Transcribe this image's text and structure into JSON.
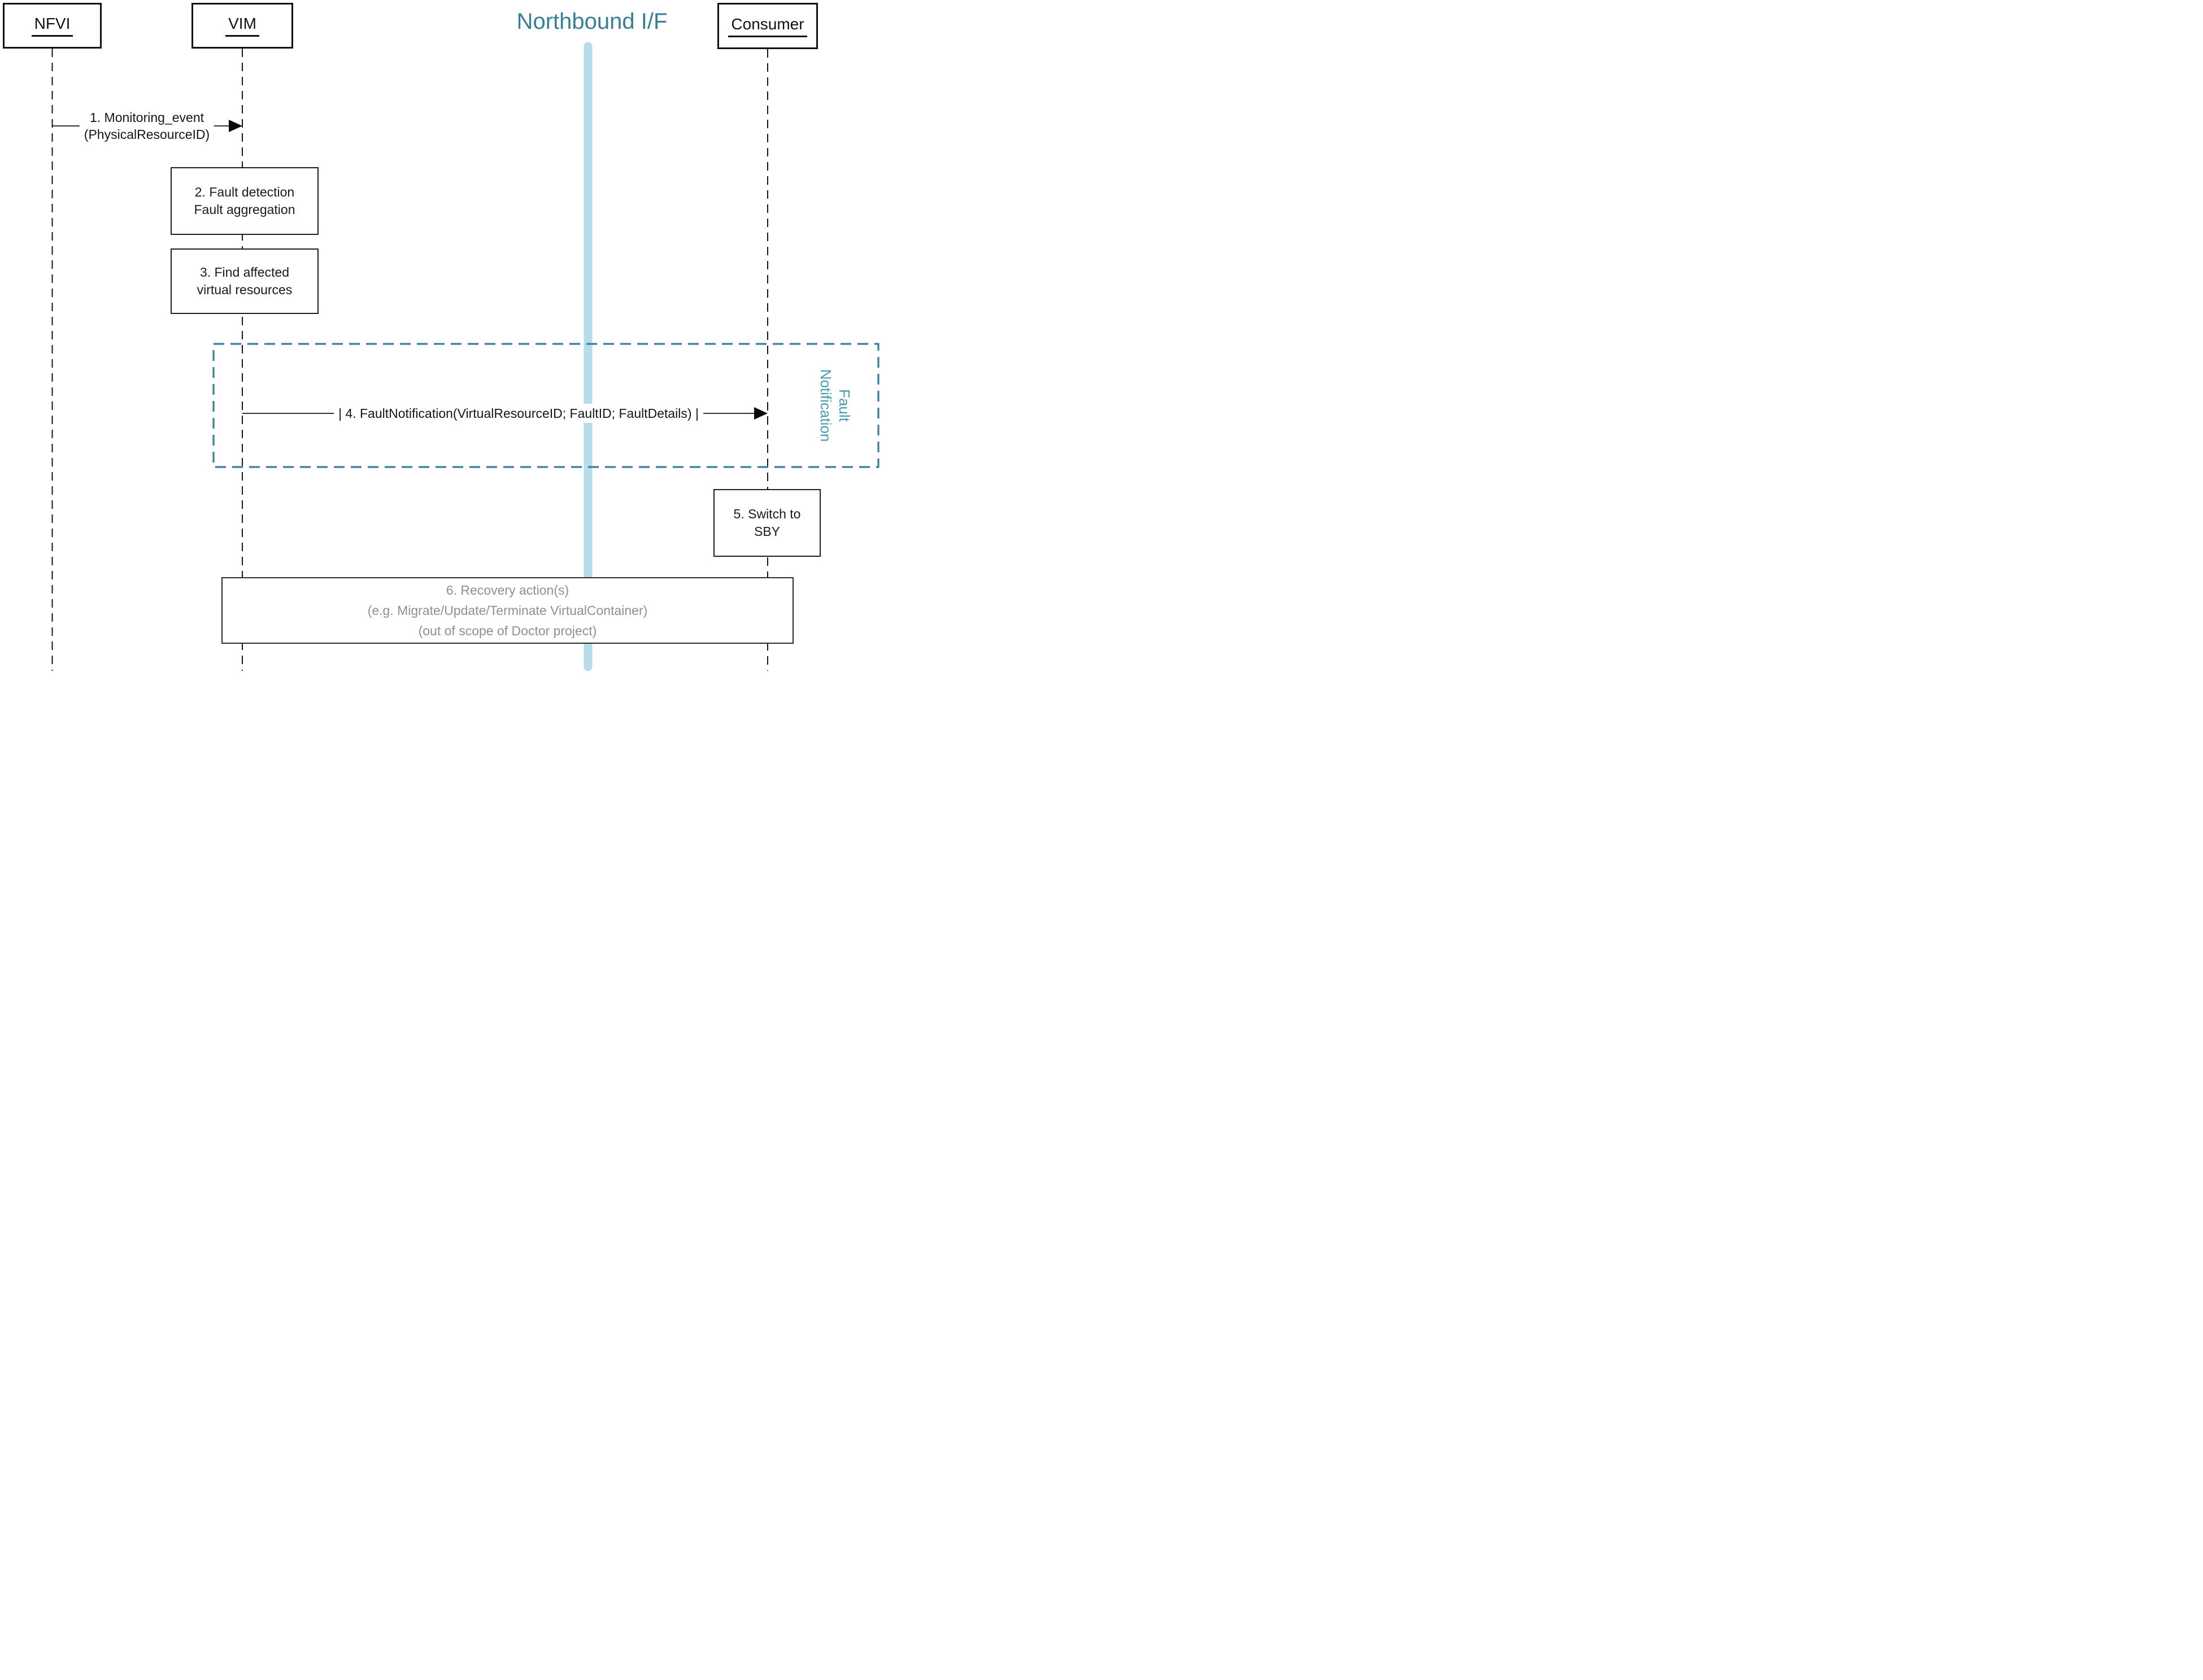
{
  "diagram": {
    "heading": "Northbound I/F",
    "actors": {
      "nfvi": "NFVI",
      "vim": "VIM",
      "consumer": "Consumer"
    },
    "messages": {
      "m1": {
        "line1": "1. Monitoring_event",
        "line2": "(PhysicalResourceID)",
        "from": "NFVI",
        "to": "VIM"
      },
      "m4": {
        "label": "| 4. FaultNotification(VirtualResourceID; FaultID; FaultDetails) |",
        "from": "VIM",
        "to": "Consumer"
      }
    },
    "steps": {
      "s2": {
        "line1": "2. Fault detection",
        "line2": "Fault aggregation"
      },
      "s3": {
        "line1": "3. Find affected",
        "line2": "virtual resources"
      },
      "s5": {
        "line1": "5. Switch to",
        "line2": "SBY"
      },
      "s6": {
        "line1": "6. Recovery action(s)",
        "line2": "(e.g. Migrate/Update/Terminate VirtualContainer)",
        "line3": "(out of scope of Doctor project)"
      }
    },
    "frame": {
      "line1": "Fault",
      "line2": "Notification"
    },
    "colors": {
      "teal_heading": "#377F96",
      "teal_frame": "#37809B",
      "teal_frame_label": "#459BB1",
      "northbound_bar": "#B7DBE8",
      "gray_text": "#8F8F8F",
      "line_black": "#141414"
    }
  }
}
